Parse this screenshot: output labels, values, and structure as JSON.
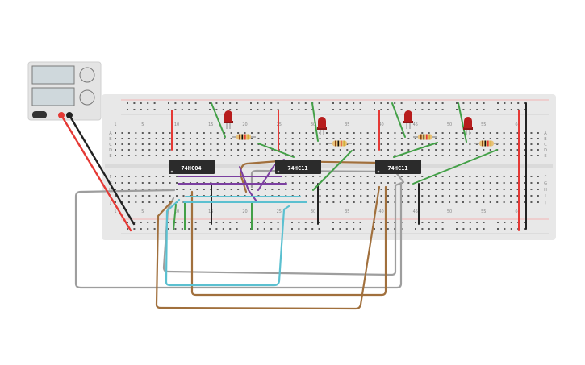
{
  "power_supply": {
    "display_color": "#cfd8dc",
    "knob_color": "#e0e0e0",
    "terminals": [
      {
        "name": "positive",
        "color": "#e53935"
      },
      {
        "name": "negative",
        "color": "#222222"
      }
    ]
  },
  "breadboard": {
    "color": "#e8e8e8",
    "rail_red": "#e53935",
    "rail_dark": "#333333",
    "column_numbers": [
      "1",
      "5",
      "10",
      "15",
      "20",
      "25",
      "30",
      "35",
      "40",
      "45",
      "50",
      "55",
      "60"
    ],
    "row_letters_top": [
      "A",
      "B",
      "C",
      "D",
      "E"
    ],
    "row_letters_bottom": [
      "F",
      "G",
      "H",
      "I",
      "J"
    ]
  },
  "chips": [
    {
      "label": "74HC04"
    },
    {
      "label": "74HC11"
    },
    {
      "label": "74HC11"
    }
  ],
  "leds": [
    {
      "color": "#b71c1c"
    },
    {
      "color": "#b71c1c"
    },
    {
      "color": "#b71c1c"
    },
    {
      "color": "#b71c1c"
    }
  ],
  "resistors": {
    "count": 4,
    "body_color": "#e8c27a",
    "bands": [
      "#8b4513",
      "#111111",
      "#e53935",
      "#d4af37"
    ]
  },
  "wire_colors": {
    "red": "#e53935",
    "black": "#222222",
    "green": "#43a047",
    "gray": "#9e9e9e",
    "brown": "#a1703d",
    "cyan": "#5bc0d0",
    "purple": "#7b3fa0"
  }
}
